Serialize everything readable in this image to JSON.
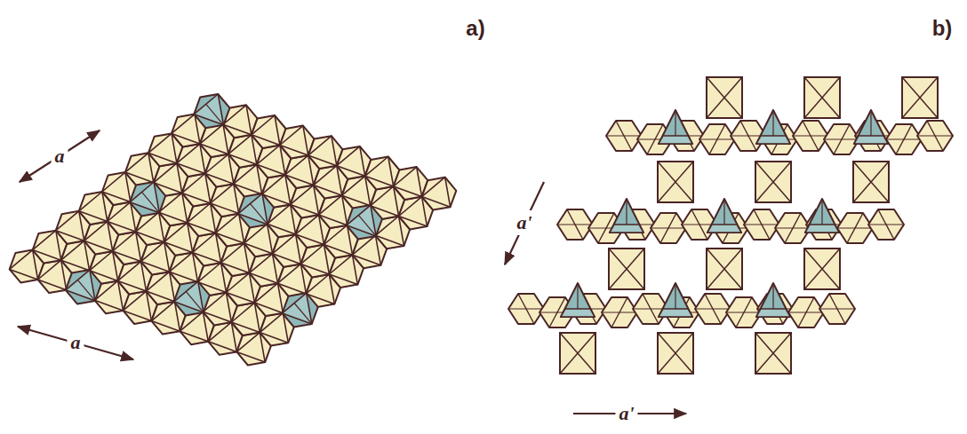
{
  "diagram": {
    "labels": [
      "a)",
      "b)",
      "a",
      "a",
      "a'",
      "a'"
    ]
  }
}
